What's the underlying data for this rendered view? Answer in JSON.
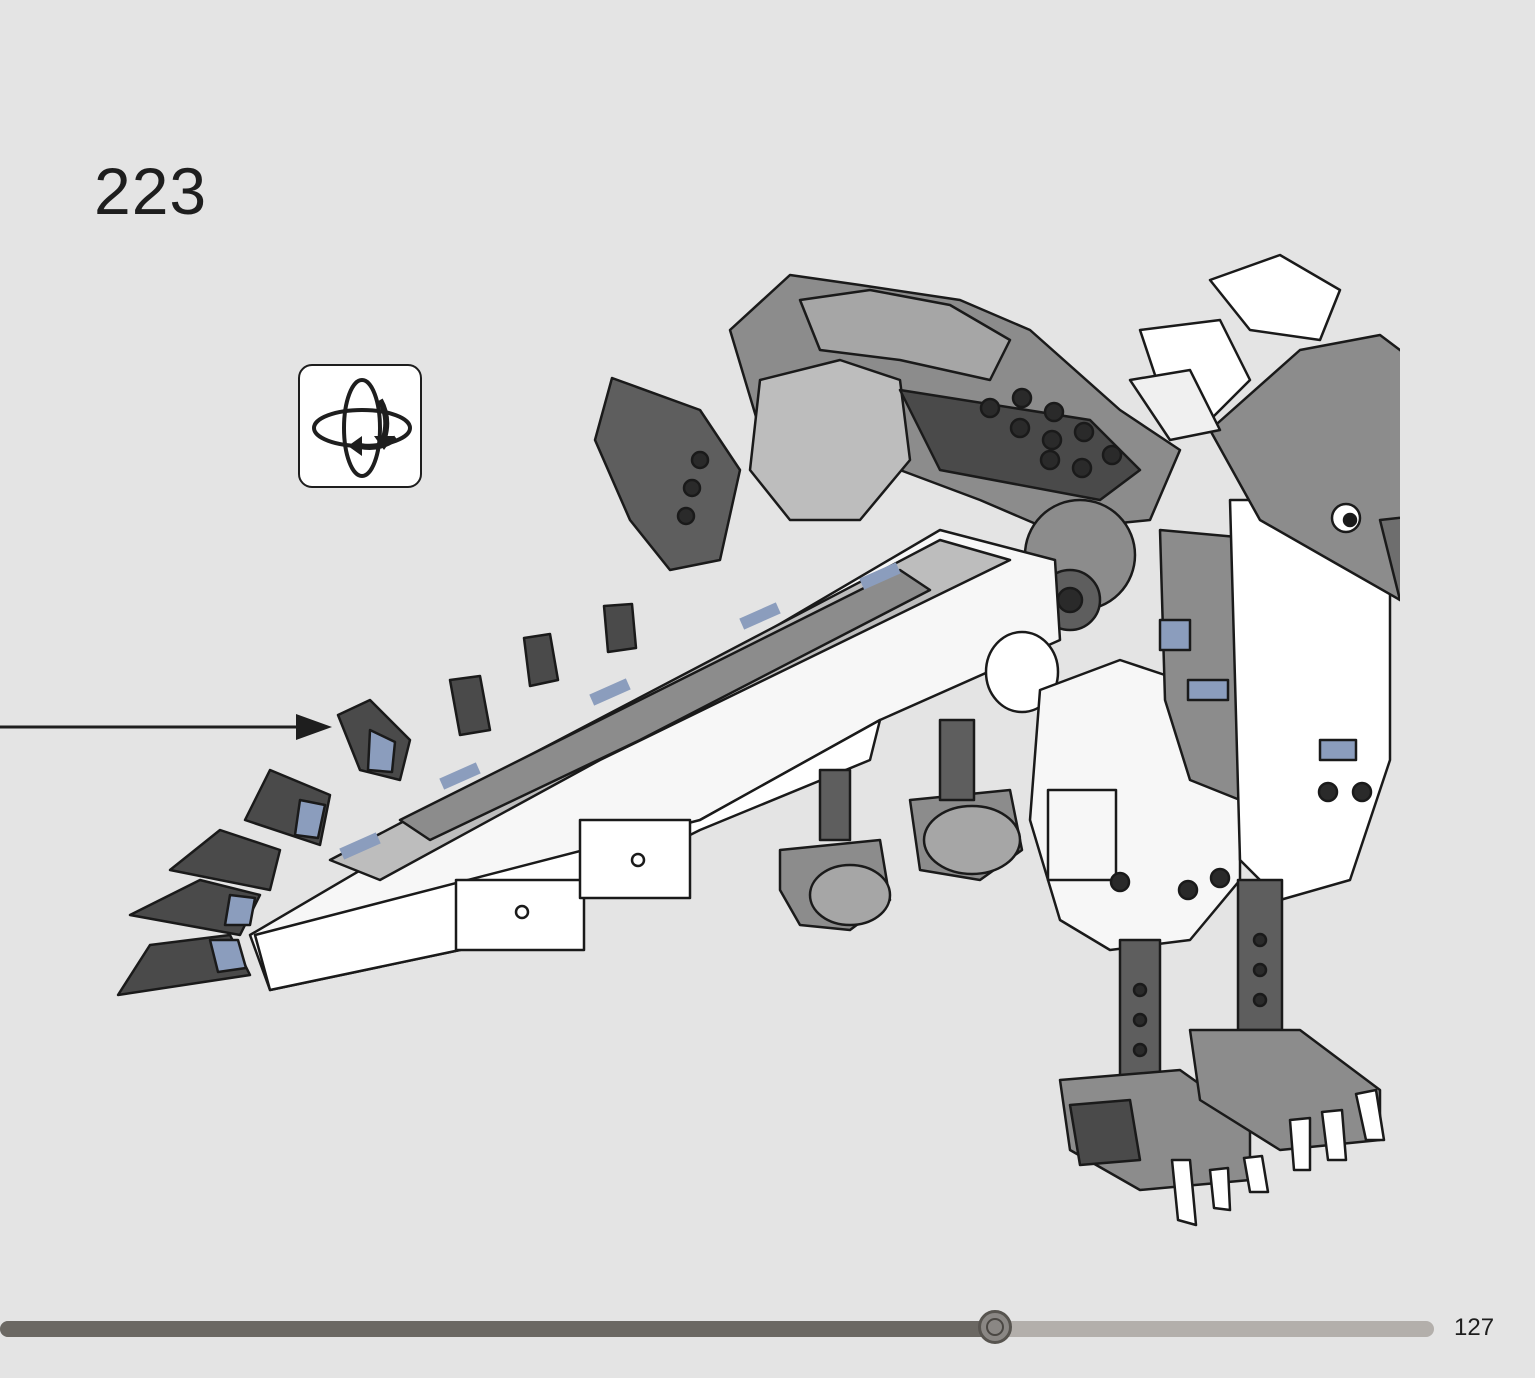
{
  "step": {
    "number": "223"
  },
  "rotate_indicator": {
    "icon": "rotate-model-icon"
  },
  "callout": {
    "icon": "pointer-arrow-icon"
  },
  "model": {
    "icon": "brick-creature-model-illustration",
    "colors": {
      "dark": "#4a4a4a",
      "medium": "#8c8c8c",
      "light": "#bdbdbd",
      "white": "#f7f7f7",
      "blue": "#8b9dbd",
      "outline": "#1a1a1a"
    }
  },
  "progress": {
    "fraction": 0.694,
    "fill_color": "#6b6863",
    "track_color": "#b3afab"
  },
  "page": {
    "number": "127"
  }
}
